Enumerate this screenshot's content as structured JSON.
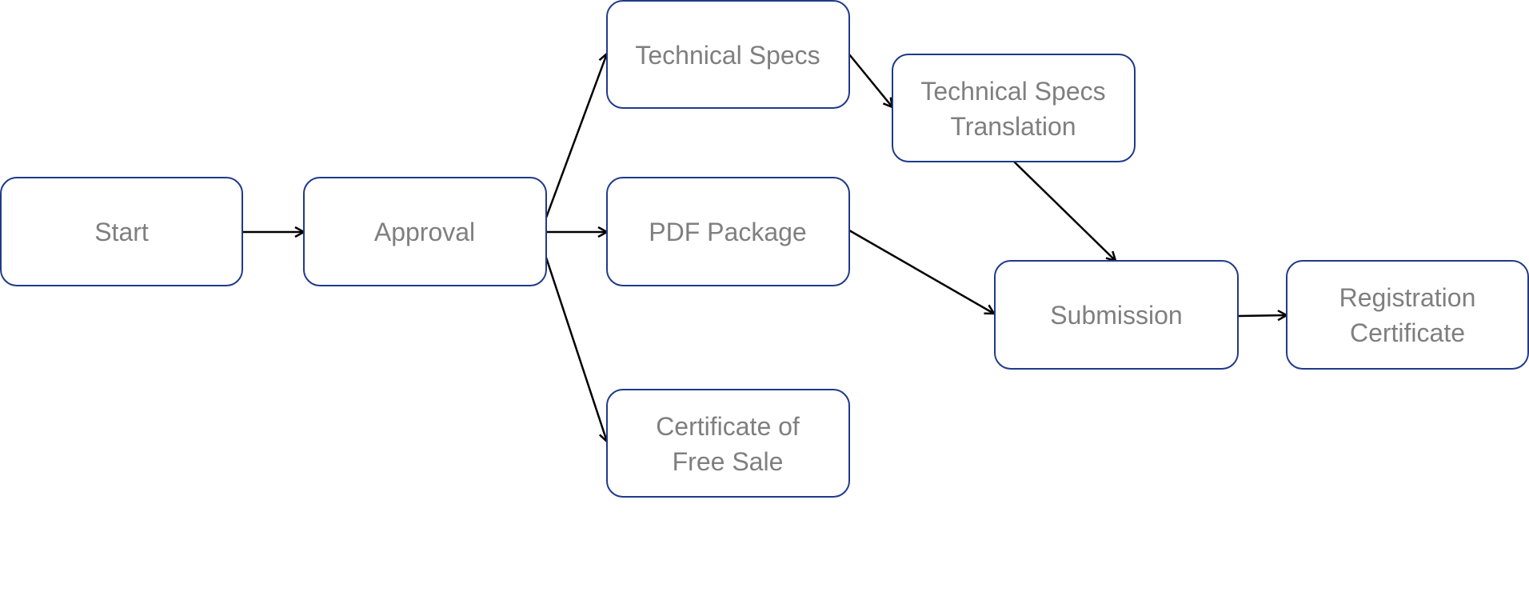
{
  "nodes": {
    "start": {
      "label": "Start"
    },
    "approval": {
      "label": "Approval"
    },
    "tech_specs": {
      "label": "Technical Specs"
    },
    "pdf_package": {
      "label": "PDF Package"
    },
    "cert_free_sale": {
      "label_line1": "Certificate of",
      "label_line2": "Free Sale"
    },
    "tech_specs_translation": {
      "label_line1": "Technical Specs",
      "label_line2": "Translation"
    },
    "submission": {
      "label": "Submission"
    },
    "registration_certificate": {
      "label_line1": "Registration",
      "label_line2": "Certificate"
    }
  },
  "edges": [
    {
      "from": "Start",
      "to": "Approval"
    },
    {
      "from": "Approval",
      "to": "Technical Specs"
    },
    {
      "from": "Approval",
      "to": "PDF Package"
    },
    {
      "from": "Approval",
      "to": "Certificate of Free Sale"
    },
    {
      "from": "Technical Specs",
      "to": "Technical Specs Translation"
    },
    {
      "from": "Technical Specs Translation",
      "to": "Submission"
    },
    {
      "from": "PDF Package",
      "to": "Submission"
    },
    {
      "from": "Submission",
      "to": "Registration Certificate"
    }
  ],
  "colors": {
    "box_border": "#1f3a8a",
    "box_text": "#7f7f7f",
    "arrow": "#000000"
  }
}
